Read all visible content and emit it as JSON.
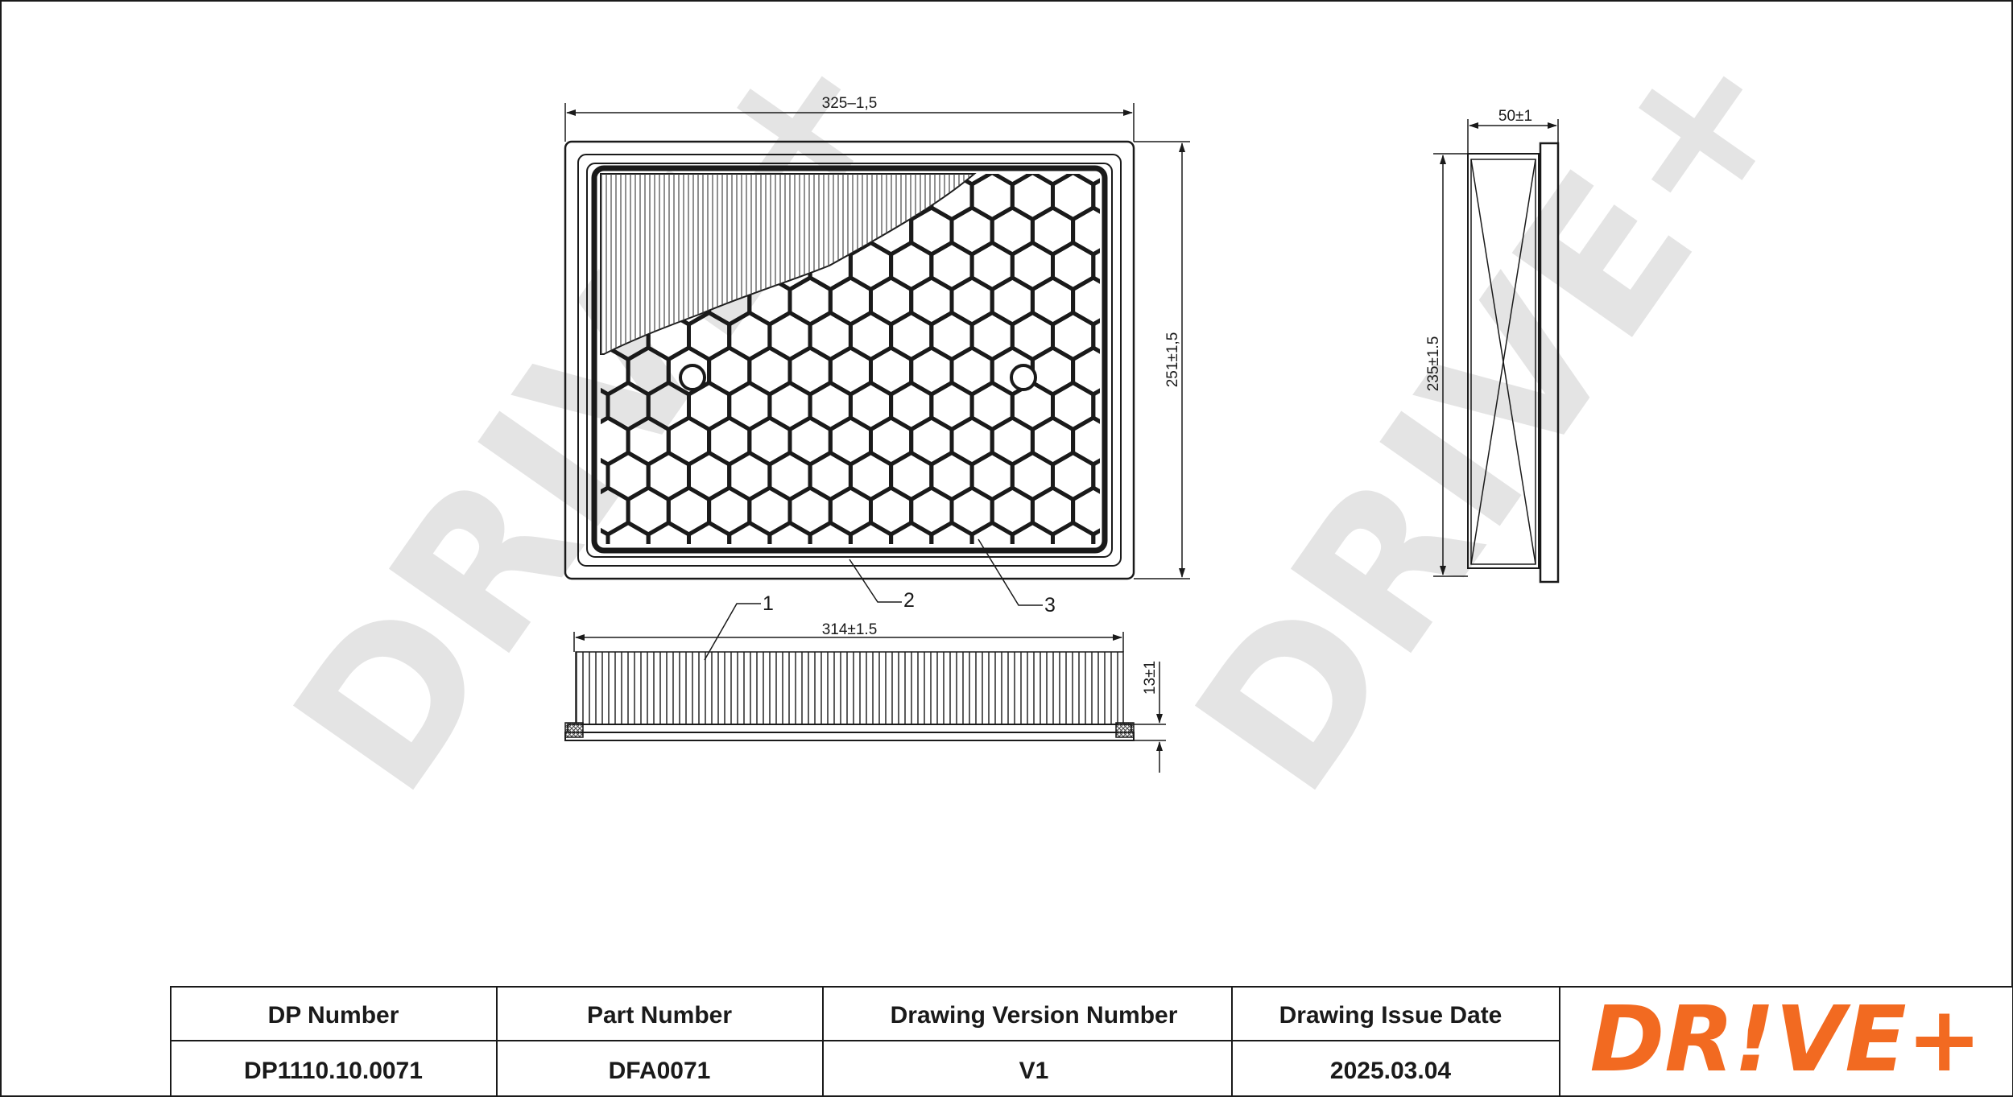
{
  "brand": {
    "name": "DR!VE+",
    "logo_color": "#f26a21"
  },
  "watermark": {
    "text": "DRIVE+",
    "color": "#e4e4e4"
  },
  "dimensions": {
    "top_width": "325–1,5",
    "top_height": "251±1,5",
    "side_depth": "50±1",
    "side_height": "235±1.5",
    "bottom_length": "314±1.5",
    "bottom_thickness": "13±1"
  },
  "callouts": [
    "1",
    "2",
    "3"
  ],
  "title_block": {
    "headers": [
      "DP Number",
      "Part Number",
      "Drawing Version Number",
      "Drawing Issue Date"
    ],
    "values": [
      "DP1110.10.0071",
      "DFA0071",
      "V1",
      "2025.03.04"
    ]
  }
}
